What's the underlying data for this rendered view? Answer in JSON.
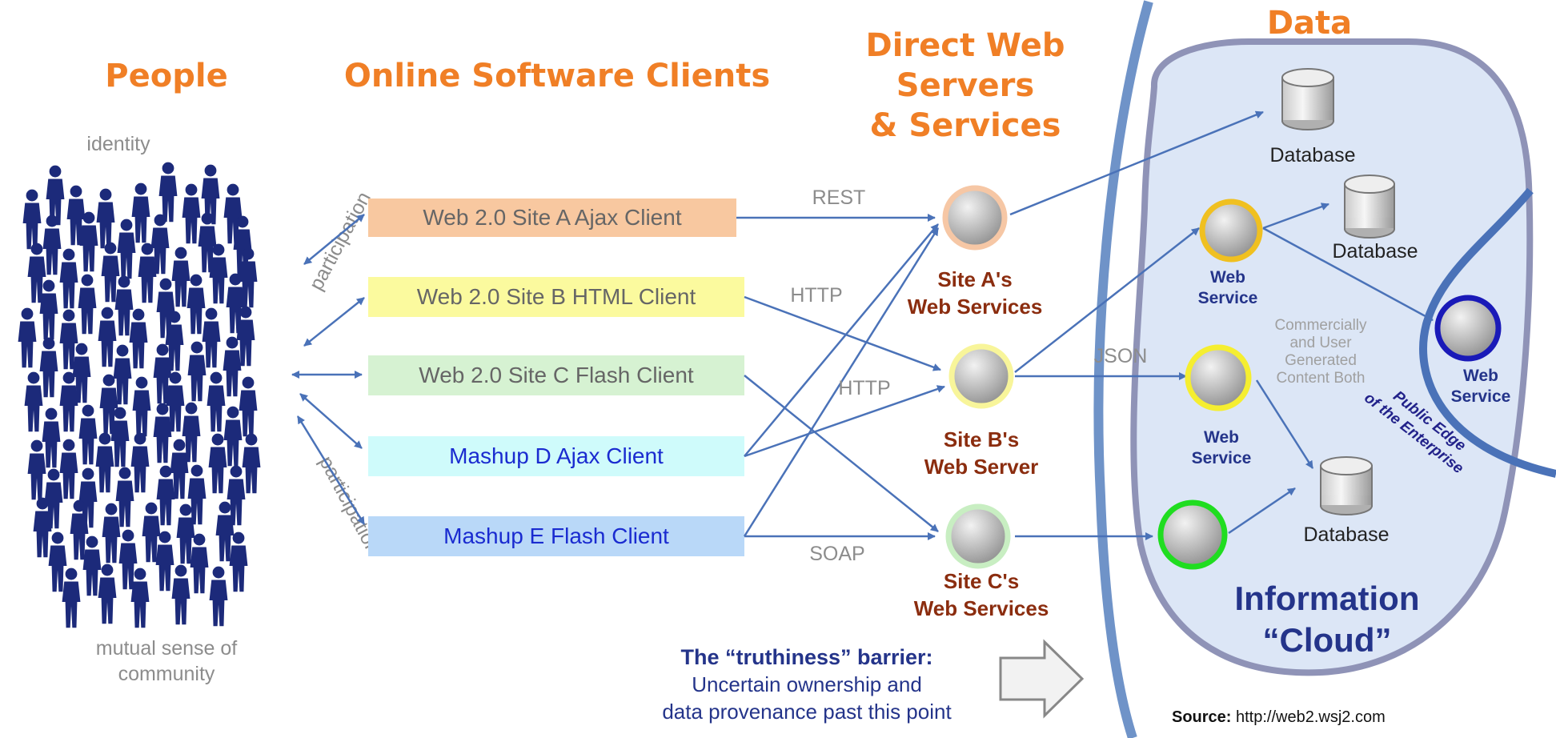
{
  "headers": {
    "people": "People",
    "clients": "Online Software Clients",
    "servers_line1": "Direct Web",
    "servers_line2": "Servers",
    "servers_line3": "& Services",
    "data": "Data"
  },
  "people": {
    "identity": "identity",
    "community_line1": "mutual sense of",
    "community_line2": "community",
    "participation_top": "participation",
    "participation_bottom": "participation"
  },
  "clients": [
    {
      "label": "Web 2.0 Site A Ajax Client",
      "fill": "#f8c8a0",
      "text_color": "#666666"
    },
    {
      "label": "Web 2.0 Site B HTML Client",
      "fill": "#fbfa9e",
      "text_color": "#666666"
    },
    {
      "label": "Web 2.0 Site C Flash Client",
      "fill": "#d6f2d2",
      "text_color": "#666666"
    },
    {
      "label": "Mashup D Ajax Client",
      "fill": "#cffbfb",
      "text_color": "#1a2bd0"
    },
    {
      "label": "Mashup E Flash Client",
      "fill": "#b9d8f8",
      "text_color": "#1a2bd0"
    }
  ],
  "protocols": {
    "rest": "REST",
    "http1": "HTTP",
    "http2": "HTTP",
    "soap": "SOAP",
    "json": "JSON"
  },
  "servers": {
    "a_line1": "Site A's",
    "a_line2": "Web Services",
    "b_line1": "Site B's",
    "b_line2": "Web Server",
    "c_line1": "Site C's",
    "c_line2": "Web Services"
  },
  "cloud": {
    "database1": "Database",
    "database2": "Database",
    "database3": "Database",
    "web_service1_line1": "Web",
    "web_service1_line2": "Service",
    "web_service2_line1": "Web",
    "web_service2_line2": "Service",
    "web_service3_line1": "Web",
    "web_service3_line2": "Service",
    "commercial_line1": "Commercially",
    "commercial_line2": "and User",
    "commercial_line3": "Generated",
    "commercial_line4": "Content Both",
    "edge_line1": "Public Edge",
    "edge_line2": "of the Enterprise",
    "info_line1": "Information",
    "info_line2": "“Cloud”"
  },
  "barrier": {
    "line1": "The “truthiness” barrier:",
    "line2": "Uncertain ownership and",
    "line3": "data provenance past this point"
  },
  "source": {
    "label": "Source:",
    "url": "http://web2.wsj2.com"
  },
  "colors": {
    "header_orange": "#f07f26",
    "arrow_blue": "#4a72b8",
    "server_a_ring": "#f6c7a5",
    "server_b_ring": "#f8f59a",
    "server_c_ring": "#c8eec2",
    "ws1_ring": "#f0c020",
    "ws2_ring": "#f5ee30",
    "ws3_ring": "#20dd20",
    "ws_edge_ring": "#1a1ab8",
    "cloud_fill": "#dce6f6",
    "cloud_stroke": "#8f93b7",
    "people_navy": "#1c2a7a"
  },
  "icons": [
    "person-icon",
    "database-icon",
    "server-node-icon",
    "arrow-right-icon"
  ]
}
